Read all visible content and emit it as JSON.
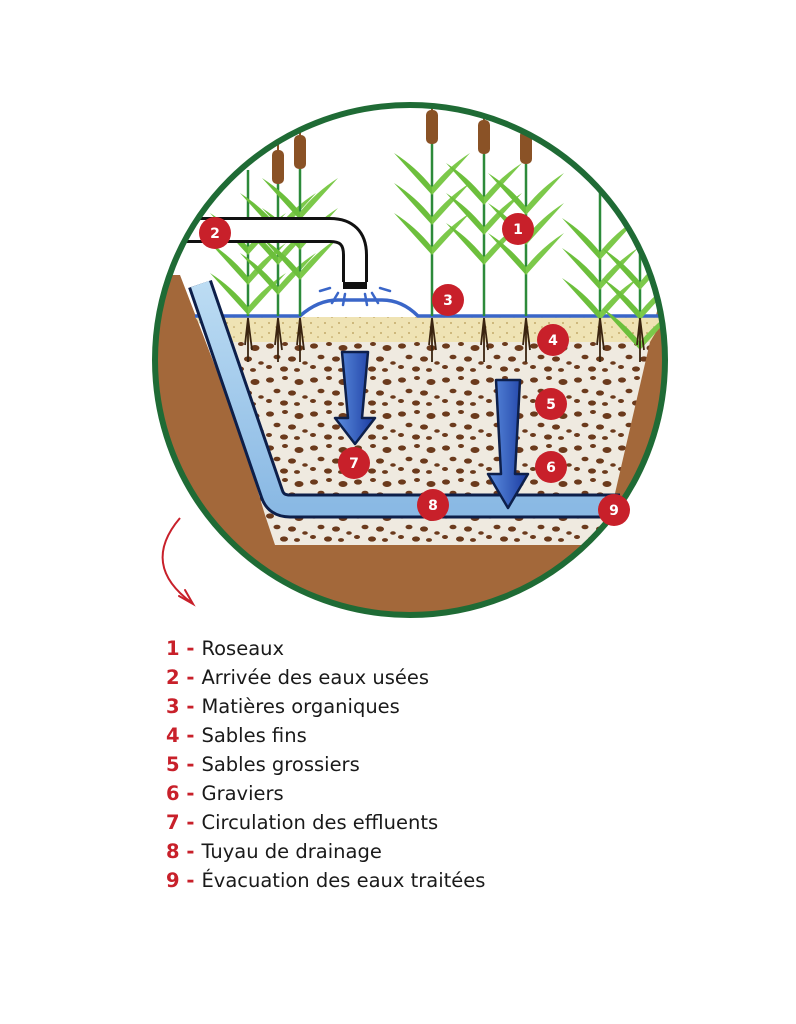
{
  "colors": {
    "marker": "#c8202a",
    "ring": "#1f6b35",
    "soil": "#a3683a",
    "sand": "#efe3b4",
    "gravel_bg": "#efeae0",
    "gravel_spot": "#6b3a1c",
    "pipe_blue": "#3a66c8",
    "reed_green": "#6cbf3c",
    "cattail": "#8a5226"
  },
  "markers": [
    "1",
    "2",
    "3",
    "4",
    "5",
    "6",
    "7",
    "8",
    "9"
  ],
  "legend": [
    {
      "number": "1 -",
      "label": "Roseaux"
    },
    {
      "number": "2 -",
      "label": "Arrivée des eaux usées"
    },
    {
      "number": "3 -",
      "label": "Matières organiques"
    },
    {
      "number": "4 -",
      "label": "Sables fins"
    },
    {
      "number": "5 -",
      "label": "Sables grossiers"
    },
    {
      "number": "6 -",
      "label": "Graviers"
    },
    {
      "number": "7 -",
      "label": "Circulation des effluents"
    },
    {
      "number": "8 -",
      "label": "Tuyau de drainage"
    },
    {
      "number": "9 -",
      "label": "Évacuation des eaux traitées"
    }
  ]
}
